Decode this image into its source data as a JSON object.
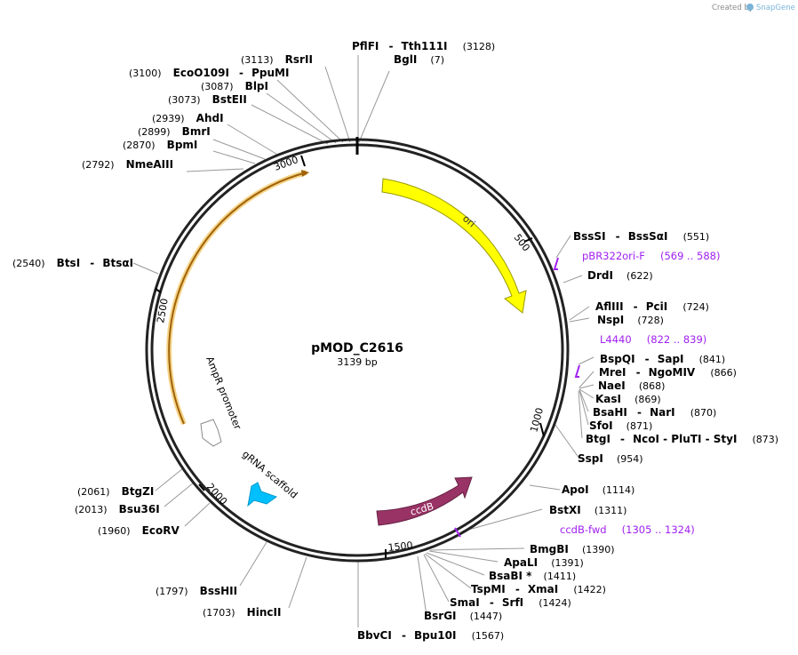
{
  "watermark": {
    "prefix": "Created by",
    "brand": "SnapGene"
  },
  "plasmid": {
    "name": "pMOD_C2616",
    "size_label": "3139 bp",
    "length_bp": 3139
  },
  "ticks": [
    "500",
    "1000",
    "1500",
    "2000",
    "2500",
    "3000"
  ],
  "features": [
    {
      "id": "ori",
      "label": "ori",
      "color": "#ffff00",
      "stroke": "#999900",
      "text_color": "#333333"
    },
    {
      "id": "ccdb",
      "label": "ccdB",
      "color": "#993366",
      "stroke": "#662244",
      "text_color": "#ffffff"
    },
    {
      "id": "grna",
      "label": "gRNA scaffold",
      "color": "#00bfff",
      "stroke": "#0099cc",
      "text_color": "#000000"
    },
    {
      "id": "ampr-promoter",
      "label": "AmpR promoter",
      "color": "#ffffff",
      "stroke": "#888888",
      "text_color": "#000000"
    },
    {
      "id": "ampr-orf",
      "label": "",
      "color": "#fff2cc",
      "stroke": "#996600",
      "text_color": "#000000"
    }
  ],
  "sites": [
    {
      "name": "PflFI",
      "sep": "-",
      "name2": "Tth111I",
      "pos": "(3128)"
    },
    {
      "name": "BglI",
      "sep": "",
      "name2": "",
      "pos": "(7)"
    },
    {
      "name": "RsrII",
      "sep": "",
      "name2": "",
      "pos": "(3113)"
    },
    {
      "name": "EcoO109I",
      "sep": "-",
      "name2": "PpuMI",
      "pos": "(3100)"
    },
    {
      "name": "BlpI",
      "sep": "",
      "name2": "",
      "pos": "(3087)"
    },
    {
      "name": "BstEII",
      "sep": "",
      "name2": "",
      "pos": "(3073)"
    },
    {
      "name": "AhdI",
      "sep": "",
      "name2": "",
      "pos": "(2939)"
    },
    {
      "name": "BmrI",
      "sep": "",
      "name2": "",
      "pos": "(2899)"
    },
    {
      "name": "BpmI",
      "sep": "",
      "name2": "",
      "pos": "(2870)"
    },
    {
      "name": "NmeAIII",
      "sep": "",
      "name2": "",
      "pos": "(2792)"
    },
    {
      "name": "BtsI",
      "sep": "-",
      "name2": "BtsαI",
      "pos": "(2540)"
    },
    {
      "name": "BssSI",
      "sep": "-",
      "name2": "BssSαI",
      "pos": "(551)"
    },
    {
      "name": "DrdI",
      "sep": "",
      "name2": "",
      "pos": "(622)"
    },
    {
      "name": "AflIII",
      "sep": "-",
      "name2": "PciI",
      "pos": "(724)"
    },
    {
      "name": "NspI",
      "sep": "",
      "name2": "",
      "pos": "(728)"
    },
    {
      "name": "BspQI",
      "sep": "-",
      "name2": "SapI",
      "pos": "(841)"
    },
    {
      "name": "MreI",
      "sep": "-",
      "name2": "NgoMIV",
      "pos": "(866)"
    },
    {
      "name": "NaeI",
      "sep": "",
      "name2": "",
      "pos": "(868)"
    },
    {
      "name": "KasI",
      "sep": "",
      "name2": "",
      "pos": "(869)"
    },
    {
      "name": "BsaHI",
      "sep": "-",
      "name2": "NarI",
      "pos": "(870)"
    },
    {
      "name": "SfoI",
      "sep": "",
      "name2": "",
      "pos": "(871)"
    },
    {
      "name": "BtgI",
      "sep": "-",
      "name2": "NcoI - PluTI - StyI",
      "pos": "(873)"
    },
    {
      "name": "SspI",
      "sep": "",
      "name2": "",
      "pos": "(954)"
    },
    {
      "name": "ApoI",
      "sep": "",
      "name2": "",
      "pos": "(1114)"
    },
    {
      "name": "BstXI",
      "sep": "",
      "name2": "",
      "pos": "(1311)"
    },
    {
      "name": "BmgBI",
      "sep": "",
      "name2": "",
      "pos": "(1390)"
    },
    {
      "name": "ApaLI",
      "sep": "",
      "name2": "",
      "pos": "(1391)"
    },
    {
      "name": "BsaBI *",
      "sep": "",
      "name2": "",
      "pos": "(1411)"
    },
    {
      "name": "TspMI",
      "sep": "-",
      "name2": "XmaI",
      "pos": "(1422)"
    },
    {
      "name": "SmaI",
      "sep": "-",
      "name2": "SrfI",
      "pos": "(1424)"
    },
    {
      "name": "BsrGI",
      "sep": "",
      "name2": "",
      "pos": "(1447)"
    },
    {
      "name": "BbvCI",
      "sep": "-",
      "name2": "Bpu10I",
      "pos": "(1567)"
    },
    {
      "name": "HincII",
      "sep": "",
      "name2": "",
      "pos": "(1703)"
    },
    {
      "name": "BssHII",
      "sep": "",
      "name2": "",
      "pos": "(1797)"
    },
    {
      "name": "EcoRV",
      "sep": "",
      "name2": "",
      "pos": "(1960)"
    },
    {
      "name": "Bsu36I",
      "sep": "",
      "name2": "",
      "pos": "(2013)"
    },
    {
      "name": "BtgZI",
      "sep": "",
      "name2": "",
      "pos": "(2061)"
    }
  ],
  "primers": [
    {
      "name": "pBR322ori-F",
      "range": "(569 .. 588)",
      "color": "#a020f0"
    },
    {
      "name": "L4440",
      "range": "(822 .. 839)",
      "color": "#a020f0"
    },
    {
      "name": "ccdB-fwd",
      "range": "(1305 .. 1324)",
      "color": "#a020f0"
    }
  ]
}
